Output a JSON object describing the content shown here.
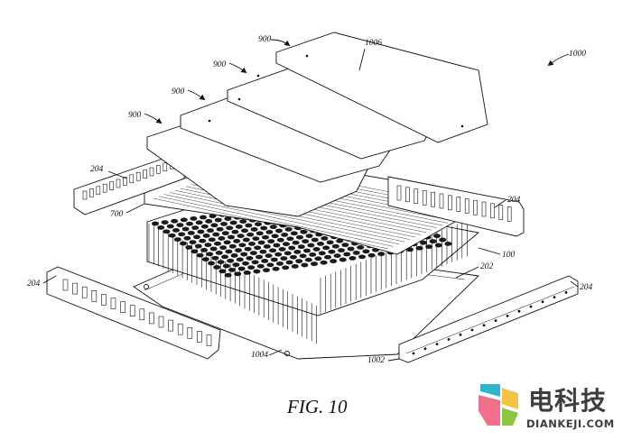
{
  "figure": {
    "caption": "FIG. 10",
    "labels": {
      "assembly": "1000",
      "top_sheet": "1006",
      "sheet": "900",
      "side_rail": "204",
      "interconnect": "700",
      "cells": "100",
      "base_plate": "202",
      "plate_end": "1004",
      "rail_end": "1002"
    }
  },
  "watermark": {
    "text_cn": "电科技",
    "text_en": "DIANKEJI.COM",
    "colors": [
      "#2fb4c9",
      "#f06f8c",
      "#f5c342",
      "#8cc63f"
    ]
  }
}
